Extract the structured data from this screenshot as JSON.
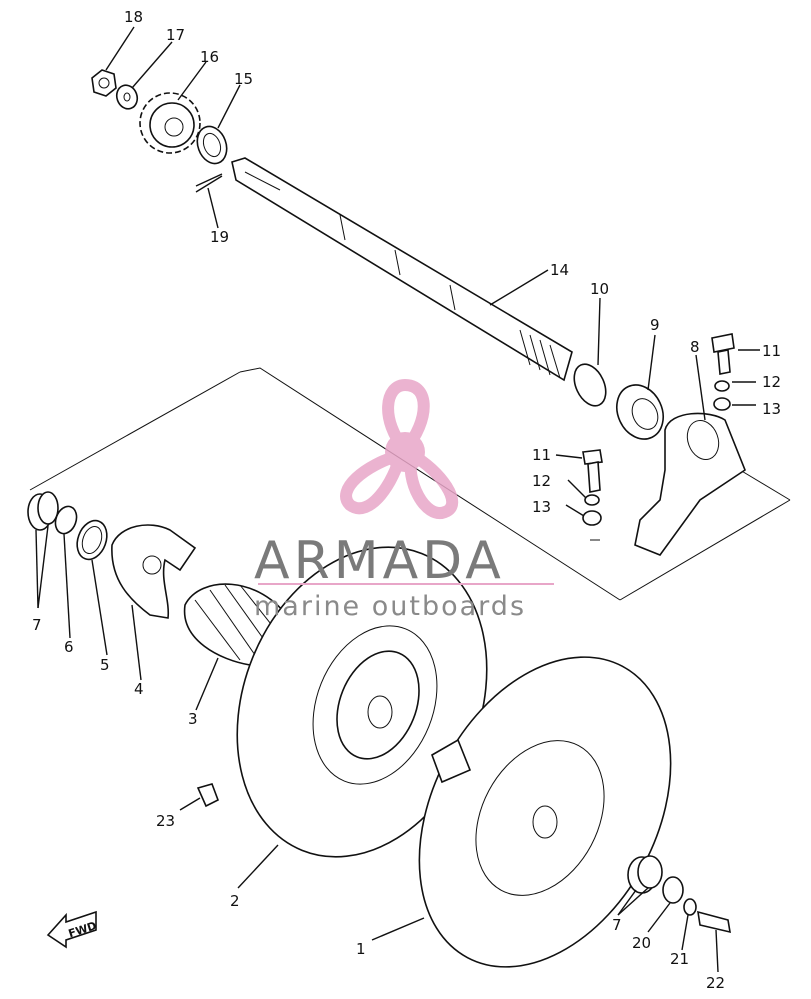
{
  "watermark": {
    "brand": "ARMADA",
    "tagline": "marine outboards",
    "brand_color": "#e8a6c8",
    "text_color": "#7a7a7a"
  },
  "direction_tag": "FWD",
  "callouts": [
    {
      "id": "c1",
      "text": "1"
    },
    {
      "id": "c2",
      "text": "2"
    },
    {
      "id": "c3",
      "text": "3"
    },
    {
      "id": "c4",
      "text": "4"
    },
    {
      "id": "c5",
      "text": "5"
    },
    {
      "id": "c6",
      "text": "6"
    },
    {
      "id": "c7a",
      "text": "7"
    },
    {
      "id": "c7b",
      "text": "7"
    },
    {
      "id": "c8",
      "text": "8"
    },
    {
      "id": "c9",
      "text": "9"
    },
    {
      "id": "c10",
      "text": "10"
    },
    {
      "id": "c11a",
      "text": "11"
    },
    {
      "id": "c11b",
      "text": "11"
    },
    {
      "id": "c12a",
      "text": "12"
    },
    {
      "id": "c12b",
      "text": "12"
    },
    {
      "id": "c13a",
      "text": "13"
    },
    {
      "id": "c13b",
      "text": "13"
    },
    {
      "id": "c14",
      "text": "14"
    },
    {
      "id": "c15",
      "text": "15"
    },
    {
      "id": "c16",
      "text": "16"
    },
    {
      "id": "c17",
      "text": "17"
    },
    {
      "id": "c18",
      "text": "18"
    },
    {
      "id": "c19",
      "text": "19"
    },
    {
      "id": "c20",
      "text": "20"
    },
    {
      "id": "c21",
      "text": "21"
    },
    {
      "id": "c22",
      "text": "22"
    },
    {
      "id": "c23",
      "text": "23"
    }
  ]
}
